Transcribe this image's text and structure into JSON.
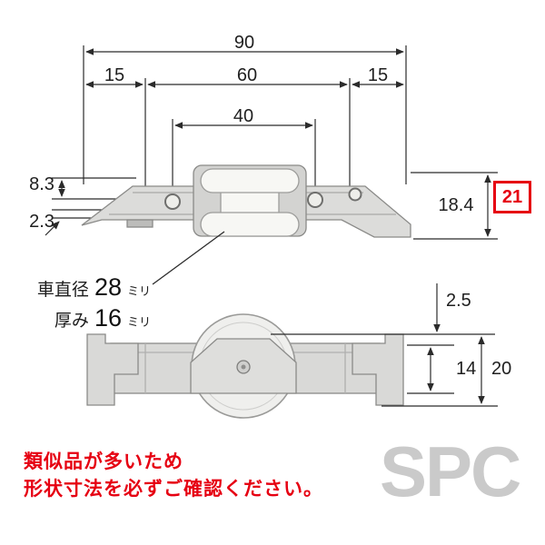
{
  "top_view": {
    "dims": {
      "overall": "90",
      "left_offset": "15",
      "center_span": "60",
      "right_offset": "15",
      "hole_span": "40",
      "edge_to_hole": "8.3",
      "lip": "2.3",
      "rail_height": "18.4",
      "ref_number": "21"
    }
  },
  "annotation": {
    "diameter_label": "車直径",
    "diameter_value": "28",
    "diameter_unit": "ミリ",
    "thickness_label": "厚み",
    "thickness_value": "16",
    "thickness_unit": "ミリ"
  },
  "side_view": {
    "dims": {
      "protrusion": "2.5",
      "frame_height": "14",
      "total_height": "20"
    }
  },
  "notice": {
    "line1": "類似品が多いため",
    "line2": "形状寸法を必ずご確認ください。"
  },
  "watermark": "SPC",
  "colors": {
    "accent_red": "#e60012",
    "dimension_line": "#2b2b2b",
    "metal_gray": "#d9d9d7",
    "wheel_white": "#f7f7f4",
    "watermark_gray": "#cacaca"
  }
}
